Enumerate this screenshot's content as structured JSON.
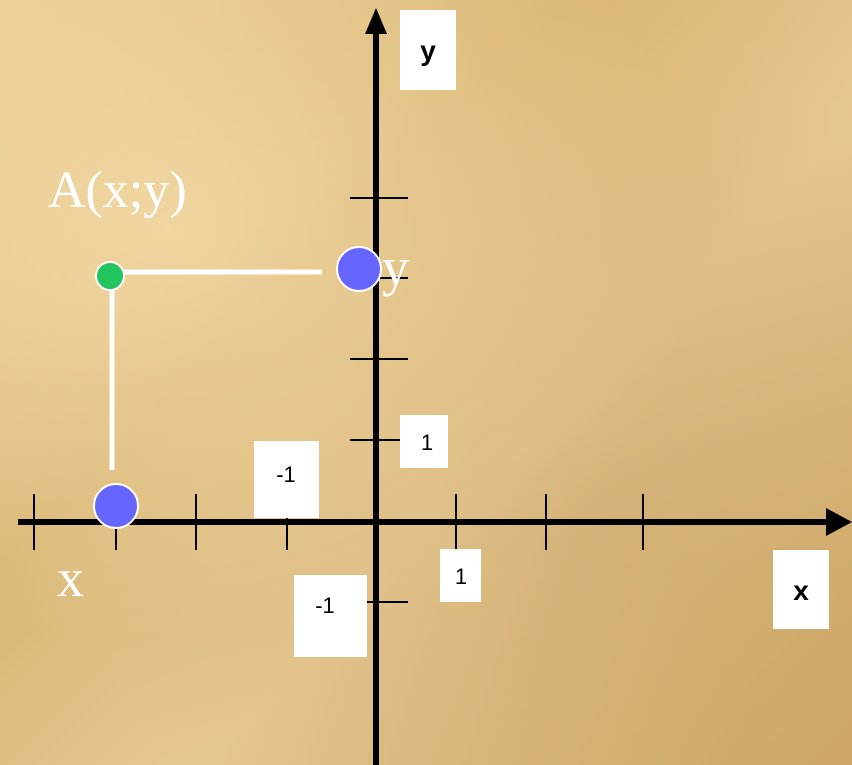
{
  "diagram": {
    "axis_labels": {
      "x": "x",
      "y": "y"
    },
    "tick_labels": {
      "x_positive": "1",
      "x_negative": "-1",
      "y_positive": "1",
      "y_negative": "-1"
    },
    "point_label": "A(x;y)",
    "projection_labels": {
      "x": "x",
      "y": "y"
    },
    "colors": {
      "axis": "#000000",
      "label_box": "#ffffff",
      "guide_line": "#ffffff",
      "point_a": "#22c55e",
      "projection_points": "#6666ff",
      "text_light": "#ffffff"
    }
  }
}
